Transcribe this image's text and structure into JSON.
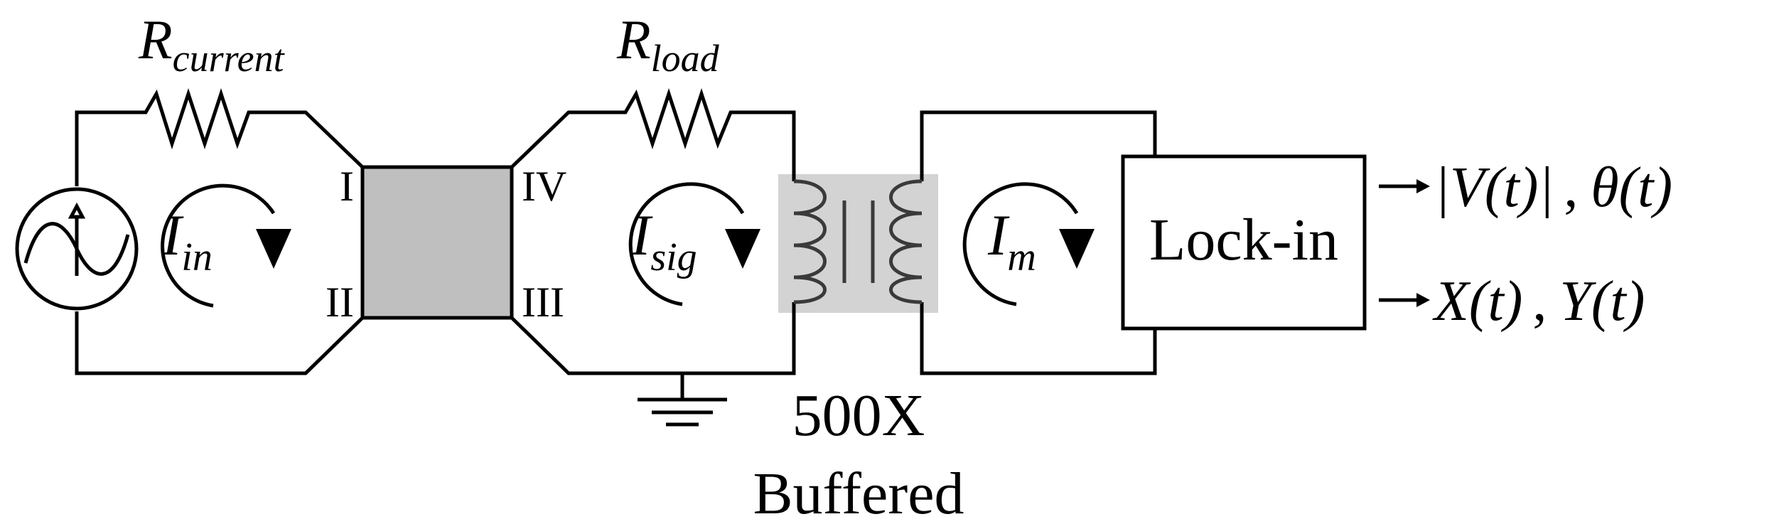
{
  "resistors": {
    "current": {
      "base": "R",
      "sub": "current"
    },
    "load": {
      "base": "R",
      "sub": "load"
    }
  },
  "loops": {
    "input": {
      "base": "I",
      "sub": "in"
    },
    "signal": {
      "base": "I",
      "sub": "sig"
    },
    "measure": {
      "base": "I",
      "sub": "m"
    }
  },
  "terminals": [
    "I",
    "II",
    "III",
    "IV"
  ],
  "transformer": {
    "ratio": "500X",
    "type": "Buffered"
  },
  "lockin": {
    "label": "Lock-in"
  },
  "outputs": {
    "polar": {
      "magnitude": "|V(t)|",
      "sep": ",",
      "phase": "θ(t)"
    },
    "cartesian": {
      "x": "X(t)",
      "sep": ",",
      "y": "Y(t)"
    }
  },
  "colors": {
    "line": "#000000",
    "sample": "#bfbfbf",
    "transformer_bg": "#d3d3d3",
    "coil": "#3a3a3a"
  }
}
